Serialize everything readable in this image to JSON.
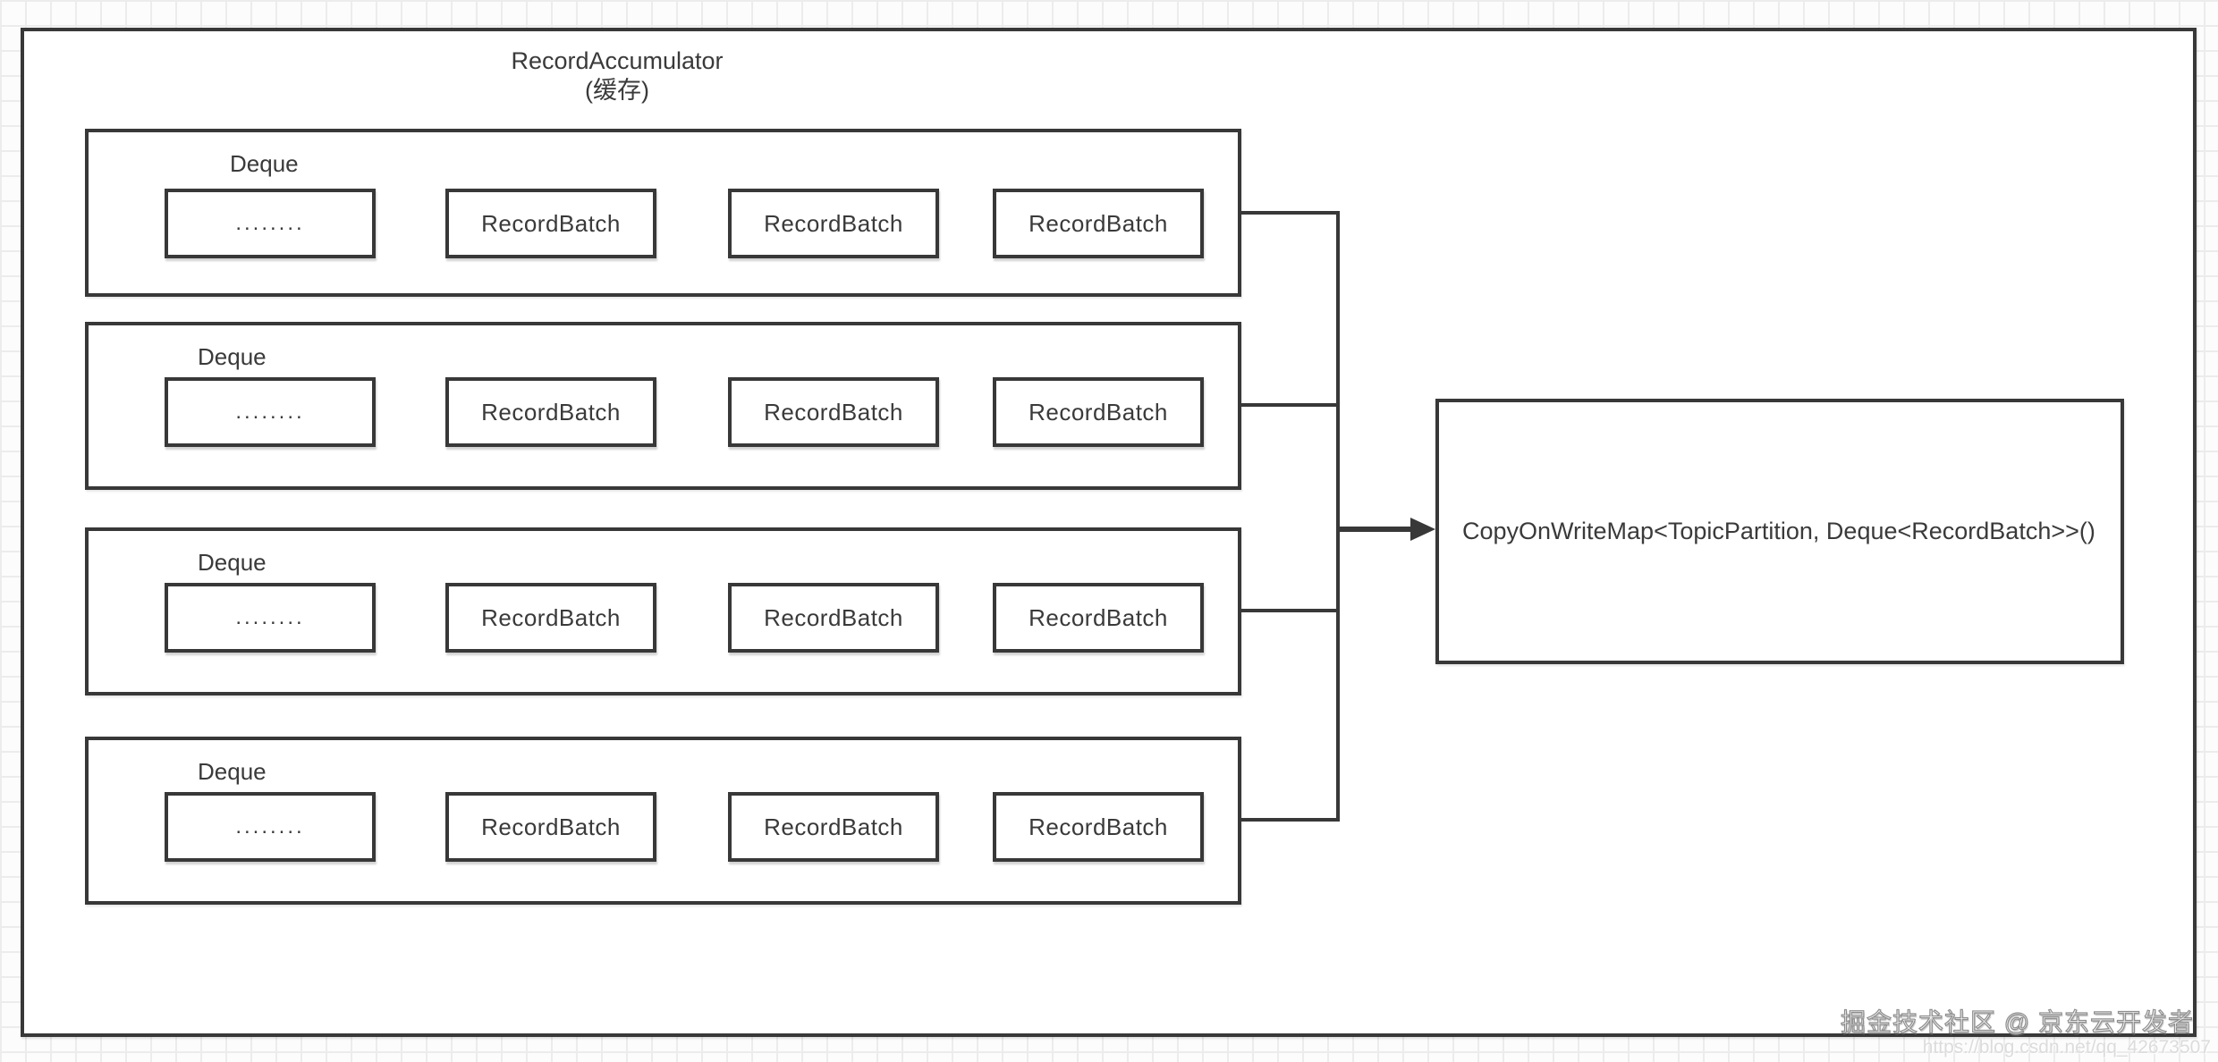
{
  "title": {
    "line1": "RecordAccumulator",
    "line2": "(缓存)"
  },
  "deques": [
    {
      "label": "Deque",
      "items": [
        "........",
        "RecordBatch",
        "RecordBatch",
        "RecordBatch"
      ]
    },
    {
      "label": "Deque",
      "items": [
        "........",
        "RecordBatch",
        "RecordBatch",
        "RecordBatch"
      ]
    },
    {
      "label": "Deque",
      "items": [
        "........",
        "RecordBatch",
        "RecordBatch",
        "RecordBatch"
      ]
    },
    {
      "label": "Deque",
      "items": [
        "........",
        "RecordBatch",
        "RecordBatch",
        "RecordBatch"
      ]
    }
  ],
  "map_box": {
    "text": "CopyOnWriteMap<TopicPartition, Deque<RecordBatch>>()"
  },
  "watermark": {
    "community": "掘金技术社区 @ 京东云开发者",
    "url": "https://blog.csdn.net/qq_42673507"
  },
  "colors": {
    "line": "#383838",
    "text": "#3a3a3a",
    "grid": "#ececec",
    "canvas": "#fcfcfc",
    "box_fill": "#ffffff",
    "watermark_gray": "#8e8e8e",
    "url_watermark_gray": "#dcdcdc"
  }
}
